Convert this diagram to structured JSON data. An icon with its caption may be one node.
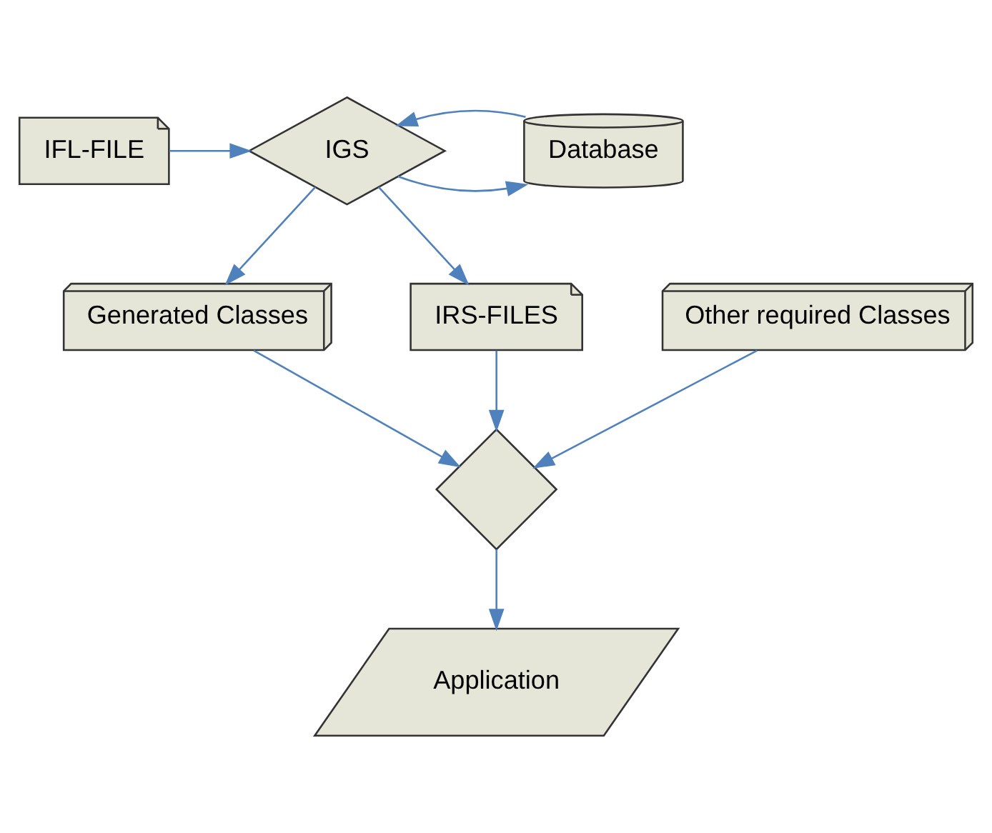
{
  "diagram": {
    "nodes": [
      {
        "text": [
          "IFL-FILE"
        ]
      },
      {
        "text": [
          "Database"
        ]
      },
      {
        "text": [
          "IGS"
        ]
      },
      {
        "text": [
          "Generated Classes"
        ]
      },
      {
        "text": [
          "Other required Classes"
        ]
      },
      {
        "text": [
          "IRS-FILES"
        ]
      },
      {
        "text": [],
        "shape": "diamond"
      },
      {
        "text": [
          "Application"
        ]
      }
    ],
    "edges": [
      {
        "from": 0,
        "to": 2,
        "arrow": "to"
      },
      {
        "from": 2,
        "to": 1,
        "arrow": "to"
      },
      {
        "from": 1,
        "to": 2,
        "arrow": "to"
      },
      {
        "from": 2,
        "to": 3,
        "arrow": "to"
      },
      {
        "from": 2,
        "to": 5,
        "arrow": "to"
      },
      {
        "from": 3,
        "to": 6,
        "arrow": "to"
      },
      {
        "from": 4,
        "to": 6,
        "arrow": "to"
      },
      {
        "from": 5,
        "to": 6,
        "arrow": "to"
      },
      {
        "from": 6,
        "to": 7,
        "arrow": "to"
      }
    ]
  }
}
